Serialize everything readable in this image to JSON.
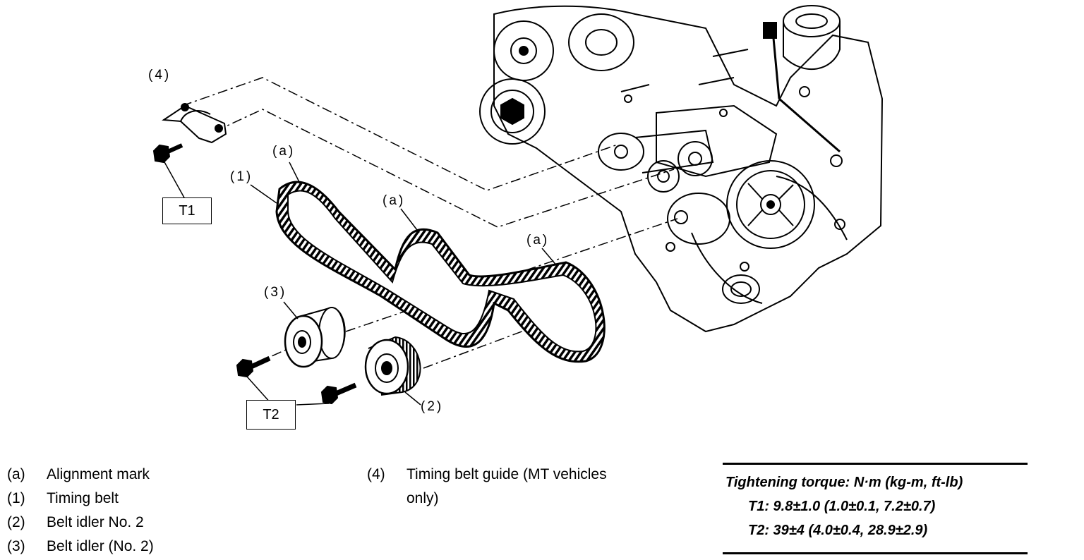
{
  "callouts": {
    "c4": "(4)",
    "a1": "(a)",
    "c1": "(1)",
    "a2": "(a)",
    "a3": "(a)",
    "c3": "(3)",
    "c2": "(2)"
  },
  "torque_boxes": {
    "t1": "T1",
    "t2": "T2"
  },
  "legend": {
    "col1": [
      {
        "key": "(a)",
        "text": "Alignment mark"
      },
      {
        "key": "(1)",
        "text": "Timing belt"
      },
      {
        "key": "(2)",
        "text": "Belt idler No. 2"
      },
      {
        "key": "(3)",
        "text": "Belt idler (No. 2)"
      }
    ],
    "col2": {
      "key": "(4)",
      "line1": "Timing belt guide (MT vehicles",
      "line2": "only)"
    }
  },
  "torque_spec": {
    "heading": "Tightening torque: N·m (kg-m, ft-lb)",
    "t1": "T1: 9.8±1.0 (1.0±0.1, 7.2±0.7)",
    "t2": "T2: 39±4 (4.0±0.4, 28.9±2.9)"
  },
  "colors": {
    "ink": "#000000",
    "paper": "#ffffff"
  }
}
